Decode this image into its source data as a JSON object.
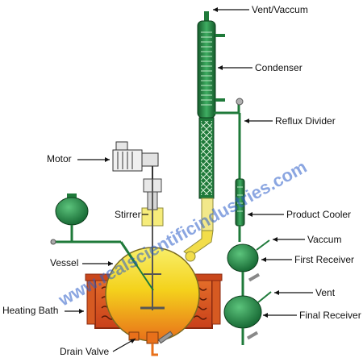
{
  "labels": {
    "vent_vacuum": "Vent/Vaccum",
    "condenser": "Condenser",
    "reflux_divider": "Reflux Divider",
    "motor": "Motor",
    "stirrer": "Stirrer",
    "product_cooler": "Product Cooler",
    "vaccum": "Vaccum",
    "first_receiver": "First Receiver",
    "vessel": "Vessel",
    "vent": "Vent",
    "heating_bath": "Heating Bath",
    "final_receiver": "Final Receiver",
    "drain_valve": "Drain Valve"
  },
  "watermark": "www.realscientificindustries.com",
  "colors": {
    "glass_green": "#1f7a3a",
    "glass_green_light": "#3fae62",
    "liquid_yellow": "#f4d21c",
    "liquid_orange": "#e8701a",
    "bath_orange": "#d9531e",
    "bath_border": "#8a2a10",
    "watermark": "#2d5fc9"
  }
}
